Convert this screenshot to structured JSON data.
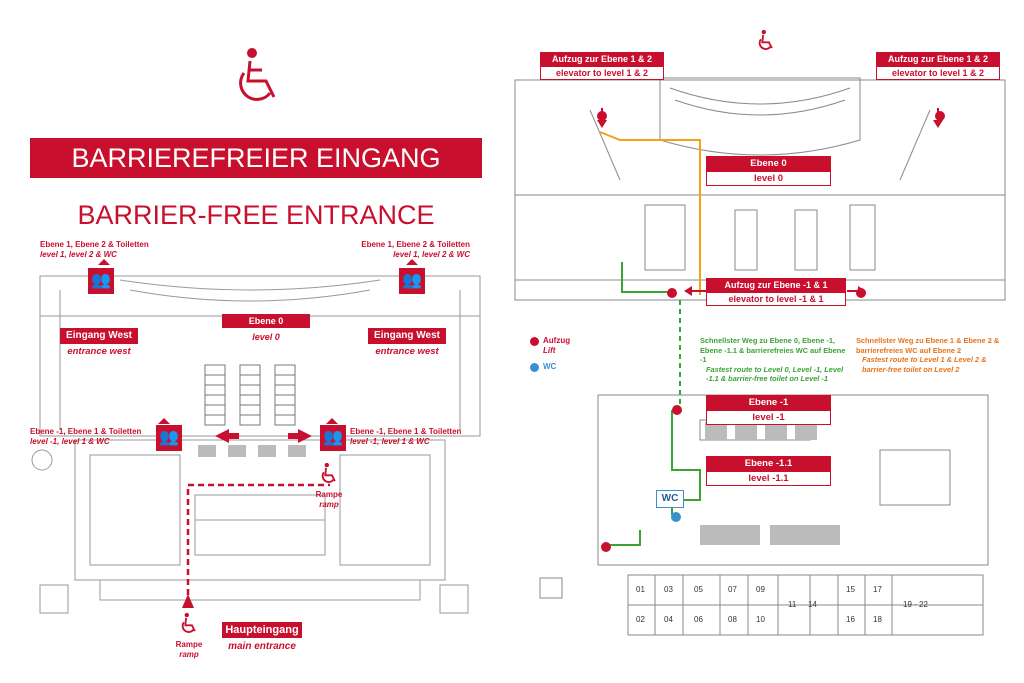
{
  "colors": {
    "brand_red": "#c8102e",
    "green": "#3aa335",
    "orange": "#f0a21a",
    "wc_blue": "#3b8fd1",
    "plan_gray": "#8a8a8a"
  },
  "left": {
    "icon": "wheelchair-icon",
    "title_de": "BARRIEREFREIER EINGANG",
    "title_en": "BARRIER-FREE ENTRANCE",
    "top_left": {
      "de": "Ebene 1, Ebene 2 & Toiletten",
      "en": "level 1, level 2 & WC"
    },
    "top_right": {
      "de": "Ebene 1, Ebene 2 & Toiletten",
      "en": "level 1, level 2 & WC"
    },
    "ebene": {
      "de": "Ebene 0",
      "en": "level 0"
    },
    "entrance_west_left": {
      "de": "Eingang West",
      "en": "entrance west"
    },
    "entrance_west_right": {
      "de": "Eingang West",
      "en": "entrance west"
    },
    "mid_left": {
      "de": "Ebene -1, Ebene 1 & Toiletten",
      "en": "level -1, level 1 & WC"
    },
    "mid_right": {
      "de": "Ebene -1, Ebene 1 & Toiletten",
      "en": "level -1, level 1 & WC"
    },
    "ramp_right": {
      "de": "Rampe",
      "en": "ramp"
    },
    "ramp_bottom": {
      "de": "Rampe",
      "en": "ramp"
    },
    "main_entrance": {
      "de": "Haupteingang",
      "en": "main entrance"
    }
  },
  "right": {
    "icon": "wheelchair-icon",
    "elev_top_left": {
      "de": "Aufzug zur Ebene 1 & 2",
      "en": "elevator to level 1 & 2"
    },
    "elev_top_right": {
      "de": "Aufzug zur Ebene 1 & 2",
      "en": "elevator to level 1 & 2"
    },
    "ebene0": {
      "de": "Ebene 0",
      "en": "level 0"
    },
    "elev_mid": {
      "de": "Aufzug zur Ebene -1 & 1",
      "en": "elevator to level -1 & 1"
    },
    "legend": {
      "lift_de": "Aufzug",
      "lift_en": "Lift",
      "wc": "WC"
    },
    "green_note": {
      "de": "Schnellster Weg zu Ebene 0, Ebene -1, Ebene -1.1 & barrierefreies WC auf Ebene -1",
      "en": "Fastest route to Level 0, Level -1, Level -1.1 & barrier-free toilet on Level -1"
    },
    "orange_note": {
      "de": "Schnellster Weg zu Ebene 1 & Ebene 2 & barrierefreies WC auf Ebene 2",
      "en": "Fastest route to Level 1 & Level 2 & barrier-free toilet on Level 2"
    },
    "ebene_m1": {
      "de": "Ebene -1",
      "en": "level -1"
    },
    "ebene_m11": {
      "de": "Ebene -1.1",
      "en": "level -1.1"
    },
    "wc_label": "WC",
    "rooms": [
      "01",
      "03",
      "05",
      "07",
      "09",
      "11",
      "14",
      "15",
      "17",
      "19 - 22",
      "02",
      "04",
      "06",
      "08",
      "10",
      "16",
      "18"
    ]
  }
}
